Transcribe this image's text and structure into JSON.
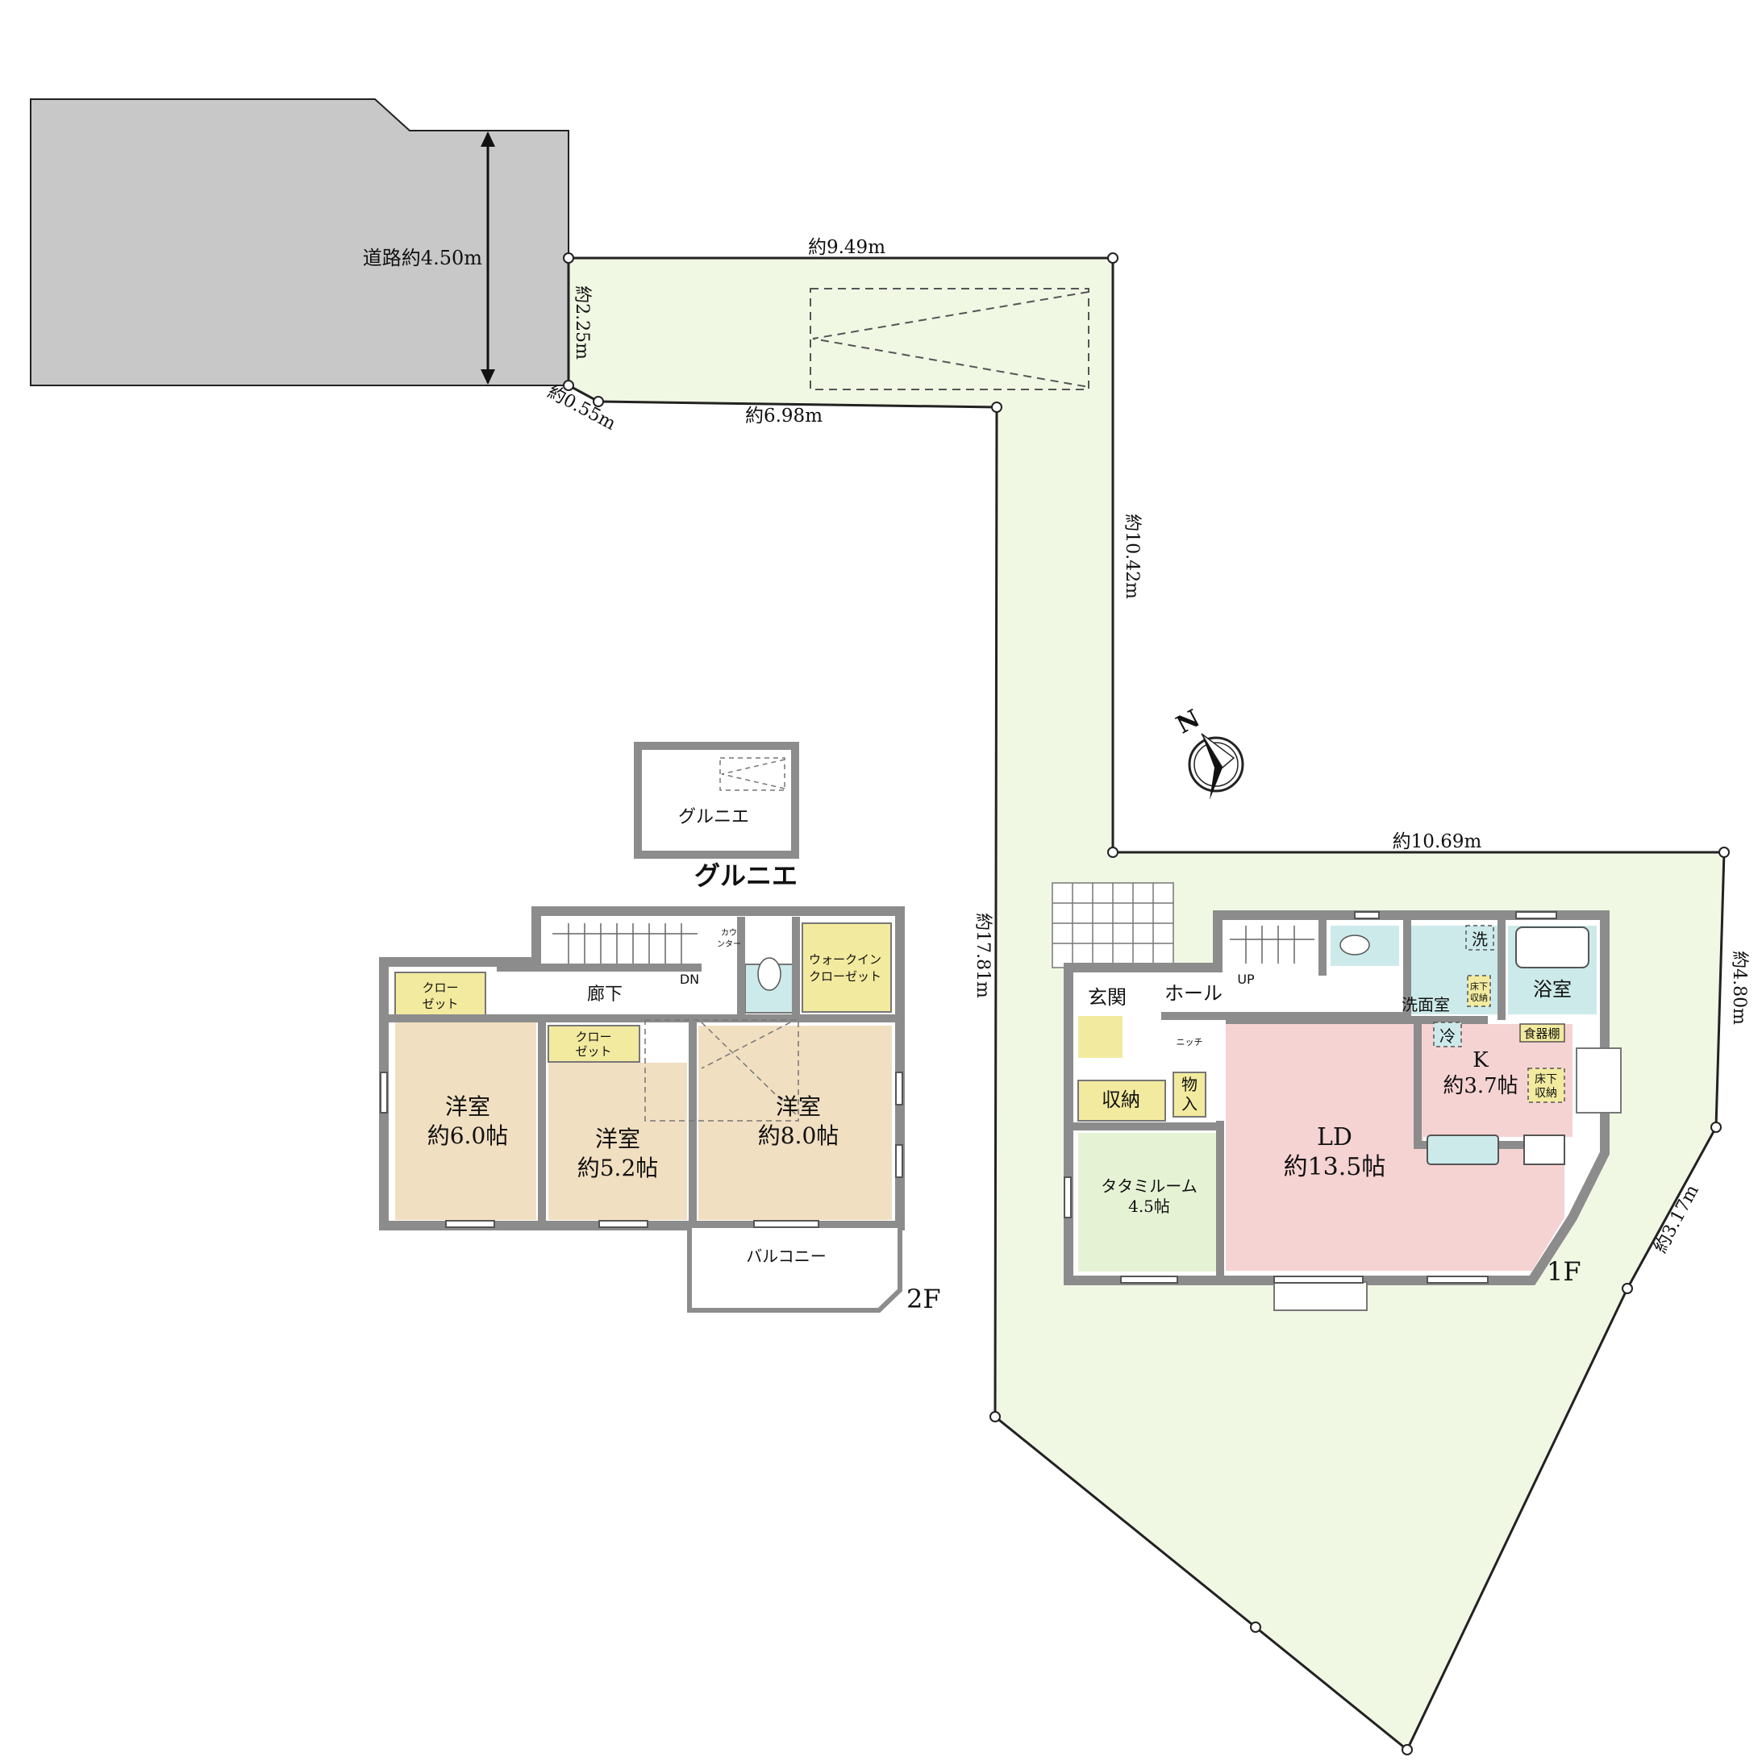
{
  "road": {
    "label": "道路約4.50m"
  },
  "site": {
    "dims": {
      "top": "約9.49m",
      "left_short": "約2.25m",
      "corner": "約0.55m",
      "upper_bottom": "約6.98m",
      "right_upper": "約10.42m",
      "left_long": "約17.81m",
      "mid_top": "約10.69m",
      "right_short": "約4.80m",
      "right_diag": "約3.17m"
    }
  },
  "compass": {
    "label": "N"
  },
  "garden": {
    "label": "グルニエ",
    "caption": "グルニエ"
  },
  "floor2": {
    "label": "2F",
    "rooms": {
      "closet1": [
        "クロー",
        "ゼット"
      ],
      "closet2": [
        "クロー",
        "ゼット"
      ],
      "hall": "廊下",
      "dn": "DN",
      "counter": [
        "カウ",
        "ンター"
      ],
      "wic": [
        "ウォークイン",
        "クローゼット"
      ],
      "room1": [
        "洋室",
        "約6.0帖"
      ],
      "room2": [
        "洋室",
        "約5.2帖"
      ],
      "room3": [
        "洋室",
        "約8.0帖"
      ],
      "balcony": "バルコニー"
    }
  },
  "floor1": {
    "label": "1F",
    "rooms": {
      "entrance": "玄関",
      "hall": "ホール",
      "up": "UP",
      "niche": "ニッチ",
      "storage": "収納",
      "storage_small": [
        "物",
        "入"
      ],
      "washroom": "洗面室",
      "wash": "洗",
      "underfloor1": [
        "床下",
        "収納"
      ],
      "bath": "浴室",
      "fridge": "冷",
      "pantry": "食器棚",
      "kitchen": [
        "K",
        "約3.7帖"
      ],
      "underfloor2": [
        "床下",
        "収納"
      ],
      "ld": [
        "LD",
        "約13.5帖"
      ],
      "tatami": [
        "タタミルーム",
        "4.5帖"
      ]
    }
  },
  "colors": {
    "site": "#f0f8e4",
    "road": "#c8c8c8",
    "wall": "#8c8c8c",
    "western": "#f1dfc1",
    "closet": "#f2ea9e",
    "wet": "#cdeaea",
    "ld": "#f6d3d3",
    "tatami": "#e6f2d4"
  }
}
